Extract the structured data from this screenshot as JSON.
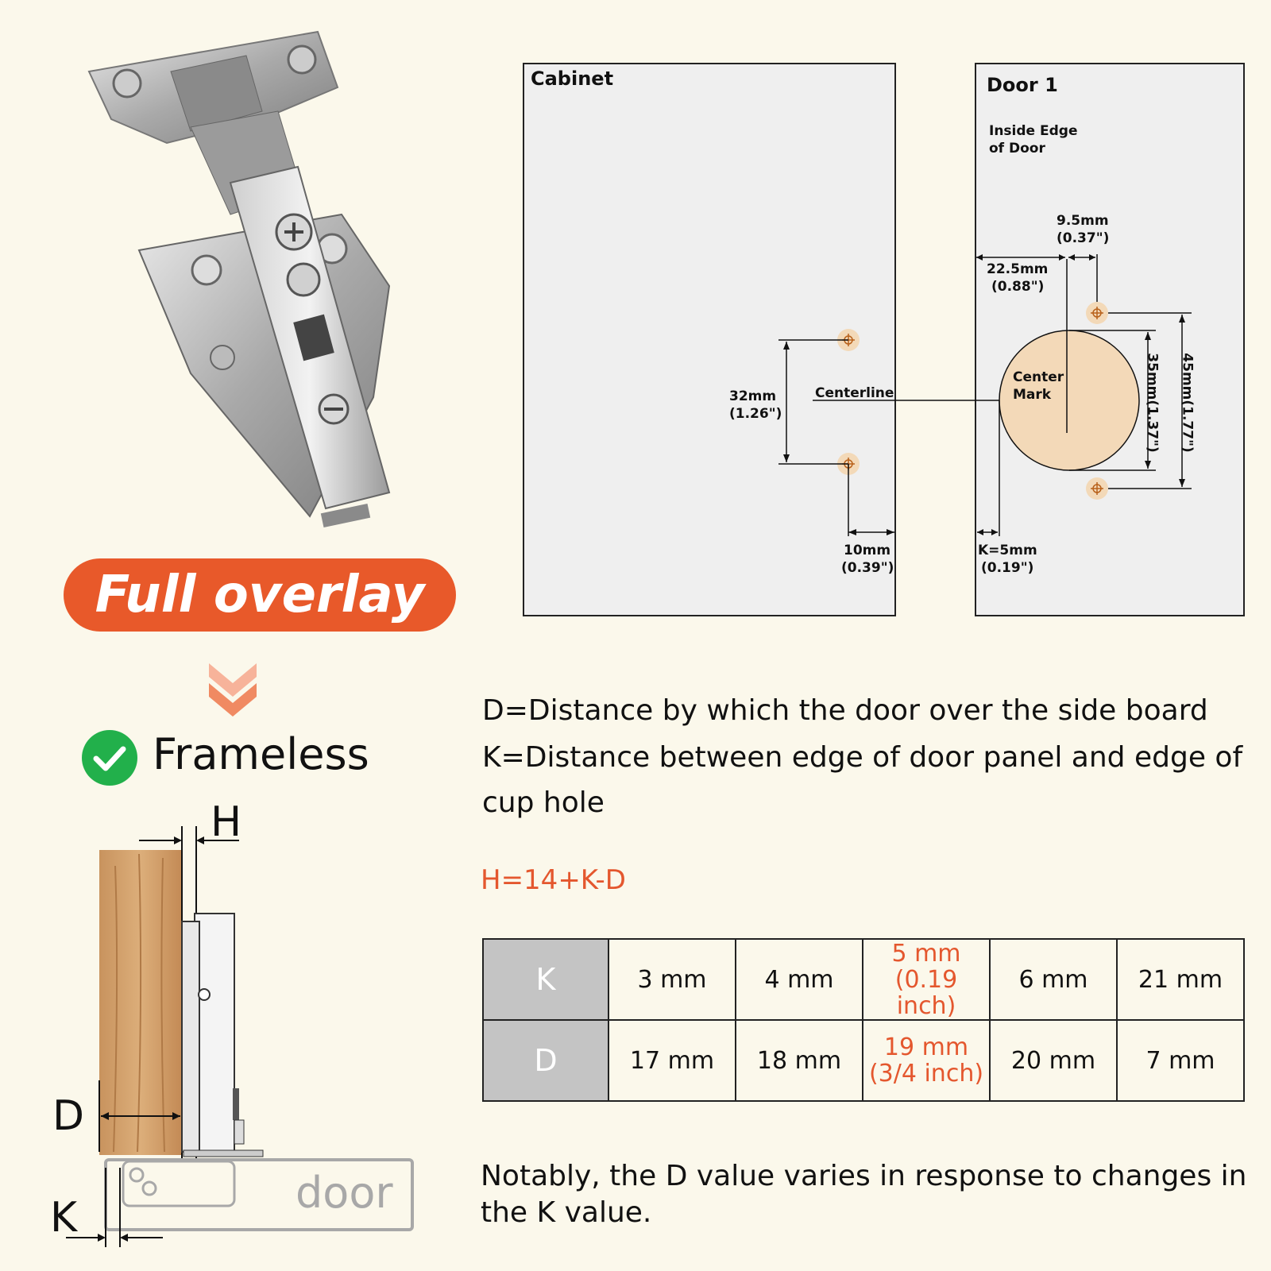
{
  "overlay_label": "Full overlay",
  "frameless_label": "Frameless",
  "cabinet": {
    "title": "Cabinet",
    "dim_32": "32mm",
    "dim_32_in": "(1.26\")",
    "centerline": "Centerline",
    "dim_10": "10mm",
    "dim_10_in": "(0.39\")"
  },
  "door": {
    "title": "Door 1",
    "inside_edge_1": "Inside Edge",
    "inside_edge_2": "of Door",
    "dim_95": "9.5mm",
    "dim_95_in": "(0.37\")",
    "dim_225": "22.5mm",
    "dim_225_in": "(0.88\")",
    "center_1": "Center",
    "center_2": "Mark",
    "dim_35": "35mm(1.37\")",
    "dim_45": "45mm(1.77\")",
    "k_dim": "K=5mm",
    "k_dim_in": "(0.19\")"
  },
  "side_diagram": {
    "h_label": "H",
    "d_label": "D",
    "k_label": "K",
    "door_label": "door"
  },
  "description": {
    "line1": "D=Distance by which the door over the side board",
    "line2": "K=Distance between edge of door panel and edge of",
    "line3": "cup hole"
  },
  "formula": "H=14+K-D",
  "table": {
    "k_header": "K",
    "d_header": "D",
    "k_values": [
      "3 mm",
      "4 mm",
      "5 mm",
      "6 mm",
      "21 mm"
    ],
    "k_hl_sub": "(0.19 inch)",
    "d_values": [
      "17 mm",
      "18 mm",
      "19 mm",
      "20 mm",
      "7 mm"
    ],
    "d_hl_sub": "(3/4 inch)"
  },
  "note": "Notably, the D value varies in response to changes in the K value.",
  "colors": {
    "accent": "#e8592a",
    "highlight_text": "#e4572e",
    "check_green": "#22b04b",
    "cup_fill": "#f3d9b8",
    "table_header_bg": "#c4c4c4"
  }
}
